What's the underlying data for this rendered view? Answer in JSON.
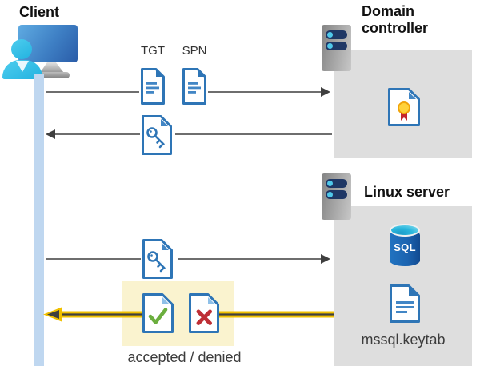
{
  "diagram": {
    "title_hint": "Kerberos authentication flow to SQL Server on Linux",
    "client": {
      "label": "Client",
      "icon": "client-user-monitor-icon"
    },
    "domain_controller": {
      "label": "Domain controller",
      "icon": "server-icon",
      "contents": [
        {
          "icon": "certificate-document-icon"
        }
      ]
    },
    "linux_server": {
      "label": "Linux server",
      "icon": "server-icon",
      "contents": [
        {
          "icon": "sql-database-icon",
          "text": "SQL"
        },
        {
          "icon": "keytab-document-icon",
          "label": "mssql.keytab"
        }
      ]
    },
    "messages": [
      {
        "from": "client",
        "to": "domain_controller",
        "direction": "right",
        "artifacts": [
          {
            "icon": "ticket-document-icon",
            "label": "TGT"
          },
          {
            "icon": "ticket-document-icon",
            "label": "SPN"
          }
        ]
      },
      {
        "from": "domain_controller",
        "to": "client",
        "direction": "left",
        "artifacts": [
          {
            "icon": "key-document-icon"
          }
        ]
      },
      {
        "from": "client",
        "to": "linux_server",
        "direction": "right",
        "artifacts": [
          {
            "icon": "key-document-icon"
          }
        ]
      },
      {
        "from": "linux_server",
        "to": "client",
        "direction": "left",
        "highlighted": true,
        "caption": "accepted / denied",
        "artifacts": [
          {
            "icon": "accepted-check-document-icon"
          },
          {
            "icon": "denied-x-document-icon"
          }
        ]
      }
    ]
  },
  "colors": {
    "document_blue": "#2E75B6",
    "document_line_blue": "#4286C5",
    "person_cyan": "#33C0E8",
    "client_bar_blue": "#BFD7F0",
    "zone_gray": "#DEDEDE",
    "server_pill_navy": "#1F3765",
    "server_dot_cyan": "#4FC8EA",
    "arrow_dark": "#3F3F3F",
    "arrow_gold": "#F0C000",
    "highlight_yellow": "#FAF3CF",
    "accepted_green": "#6BAE3E",
    "denied_red": "#BE2E35",
    "seal_yellow": "#FFD23B",
    "ribbon_red": "#C5272D",
    "sql_blue": "#1B63B0"
  }
}
